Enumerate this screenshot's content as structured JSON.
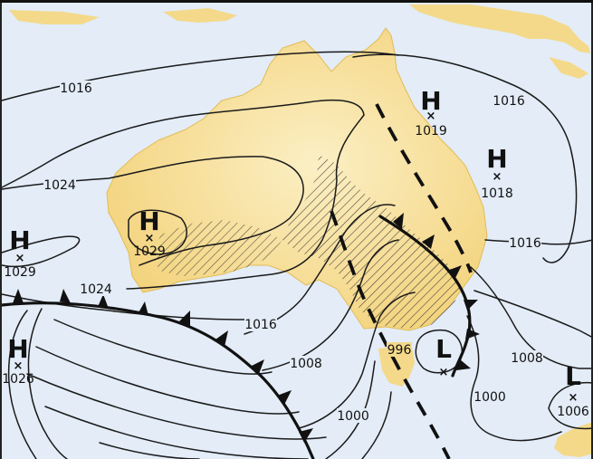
{
  "colors": {
    "ocean": "#e3ecf7",
    "land": "#f4d98a",
    "land_highlight": "#fbefc4",
    "rain_hatch": "#333333",
    "lines": "#111111"
  },
  "isobars": [
    {
      "id": "iso-1016-north",
      "label": "1016"
    },
    {
      "id": "iso-1016-ne",
      "label": "1016"
    },
    {
      "id": "iso-1024-inner",
      "label": "1024"
    },
    {
      "id": "iso-1024-outer",
      "label": "1024"
    },
    {
      "id": "iso-1016-east",
      "label": "1016"
    },
    {
      "id": "iso-1016-south",
      "label": "1016"
    },
    {
      "id": "iso-1008-south",
      "label": "1008"
    },
    {
      "id": "iso-1000-south",
      "label": "1000"
    },
    {
      "id": "iso-1008-east",
      "label": "1008"
    },
    {
      "id": "iso-1000-east",
      "label": "1000"
    },
    {
      "id": "iso-996",
      "label": "996"
    }
  ],
  "pressure_centres": [
    {
      "type": "H",
      "value": "1019"
    },
    {
      "type": "H",
      "value": "1018"
    },
    {
      "type": "H",
      "value": "1029"
    },
    {
      "type": "H",
      "value": "1029"
    },
    {
      "type": "H",
      "value": "1026"
    },
    {
      "type": "L",
      "value": ""
    },
    {
      "type": "L",
      "value": "1006"
    }
  ]
}
